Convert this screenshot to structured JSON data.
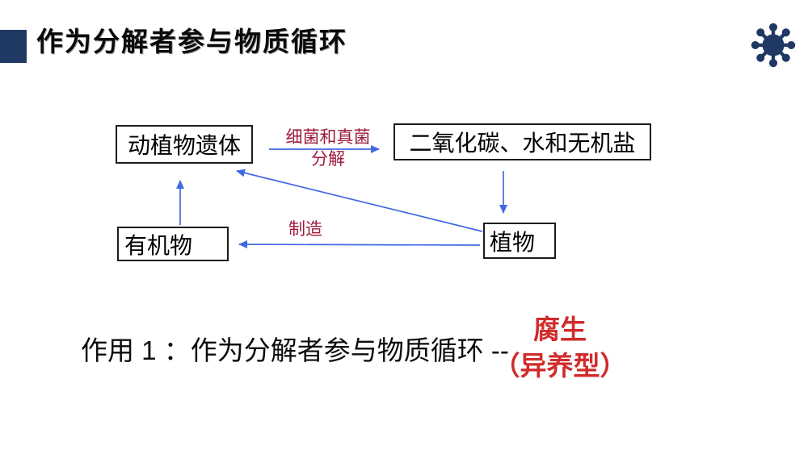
{
  "title": {
    "text": "作为分解者参与物质循环"
  },
  "diagram": {
    "boxes": {
      "remains": "动植物遗体",
      "inorganic": "二氧化碳、水和无机盐",
      "organic": "有机物",
      "plants": "植物"
    },
    "labels": {
      "decompose_line1": "细菌和真菌",
      "decompose_line2": "分解",
      "produce": "制造"
    }
  },
  "summary": {
    "black_text": "作用 1 ：作为分解者参与物质循环 --",
    "red_line1": "腐生",
    "red_line2": "（异养型）"
  },
  "colors": {
    "navy": "#1F3864",
    "arrow_blue": "#4169E1",
    "label_crimson": "#9E1B3C",
    "highlight_red": "#D22B2B"
  }
}
